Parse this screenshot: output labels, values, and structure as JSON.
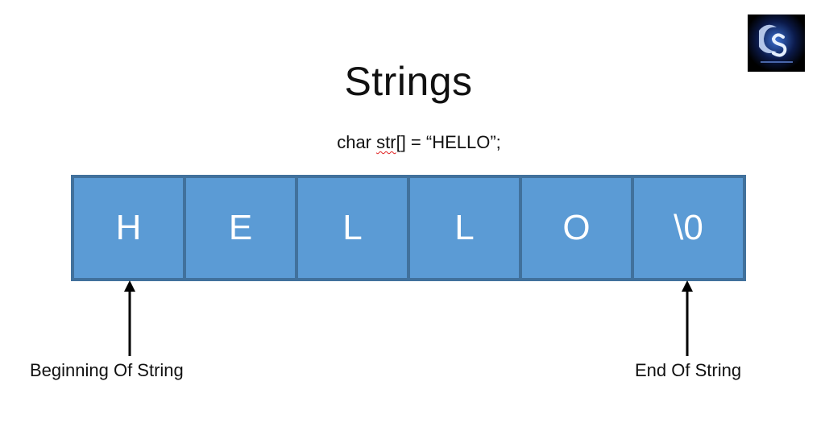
{
  "title": "Strings",
  "code": {
    "prefix": "char ",
    "identifier": "str",
    "suffix": "[] = “HELLO”;"
  },
  "array": {
    "cells": [
      "H",
      "E",
      "L",
      "L",
      "O",
      "\\0"
    ],
    "outer_color": "#41719c",
    "cell_color": "#5b9bd5"
  },
  "labels": {
    "start": "Beginning Of String",
    "end": "End Of String"
  },
  "logo": {
    "icon": "cs-logo-icon"
  }
}
